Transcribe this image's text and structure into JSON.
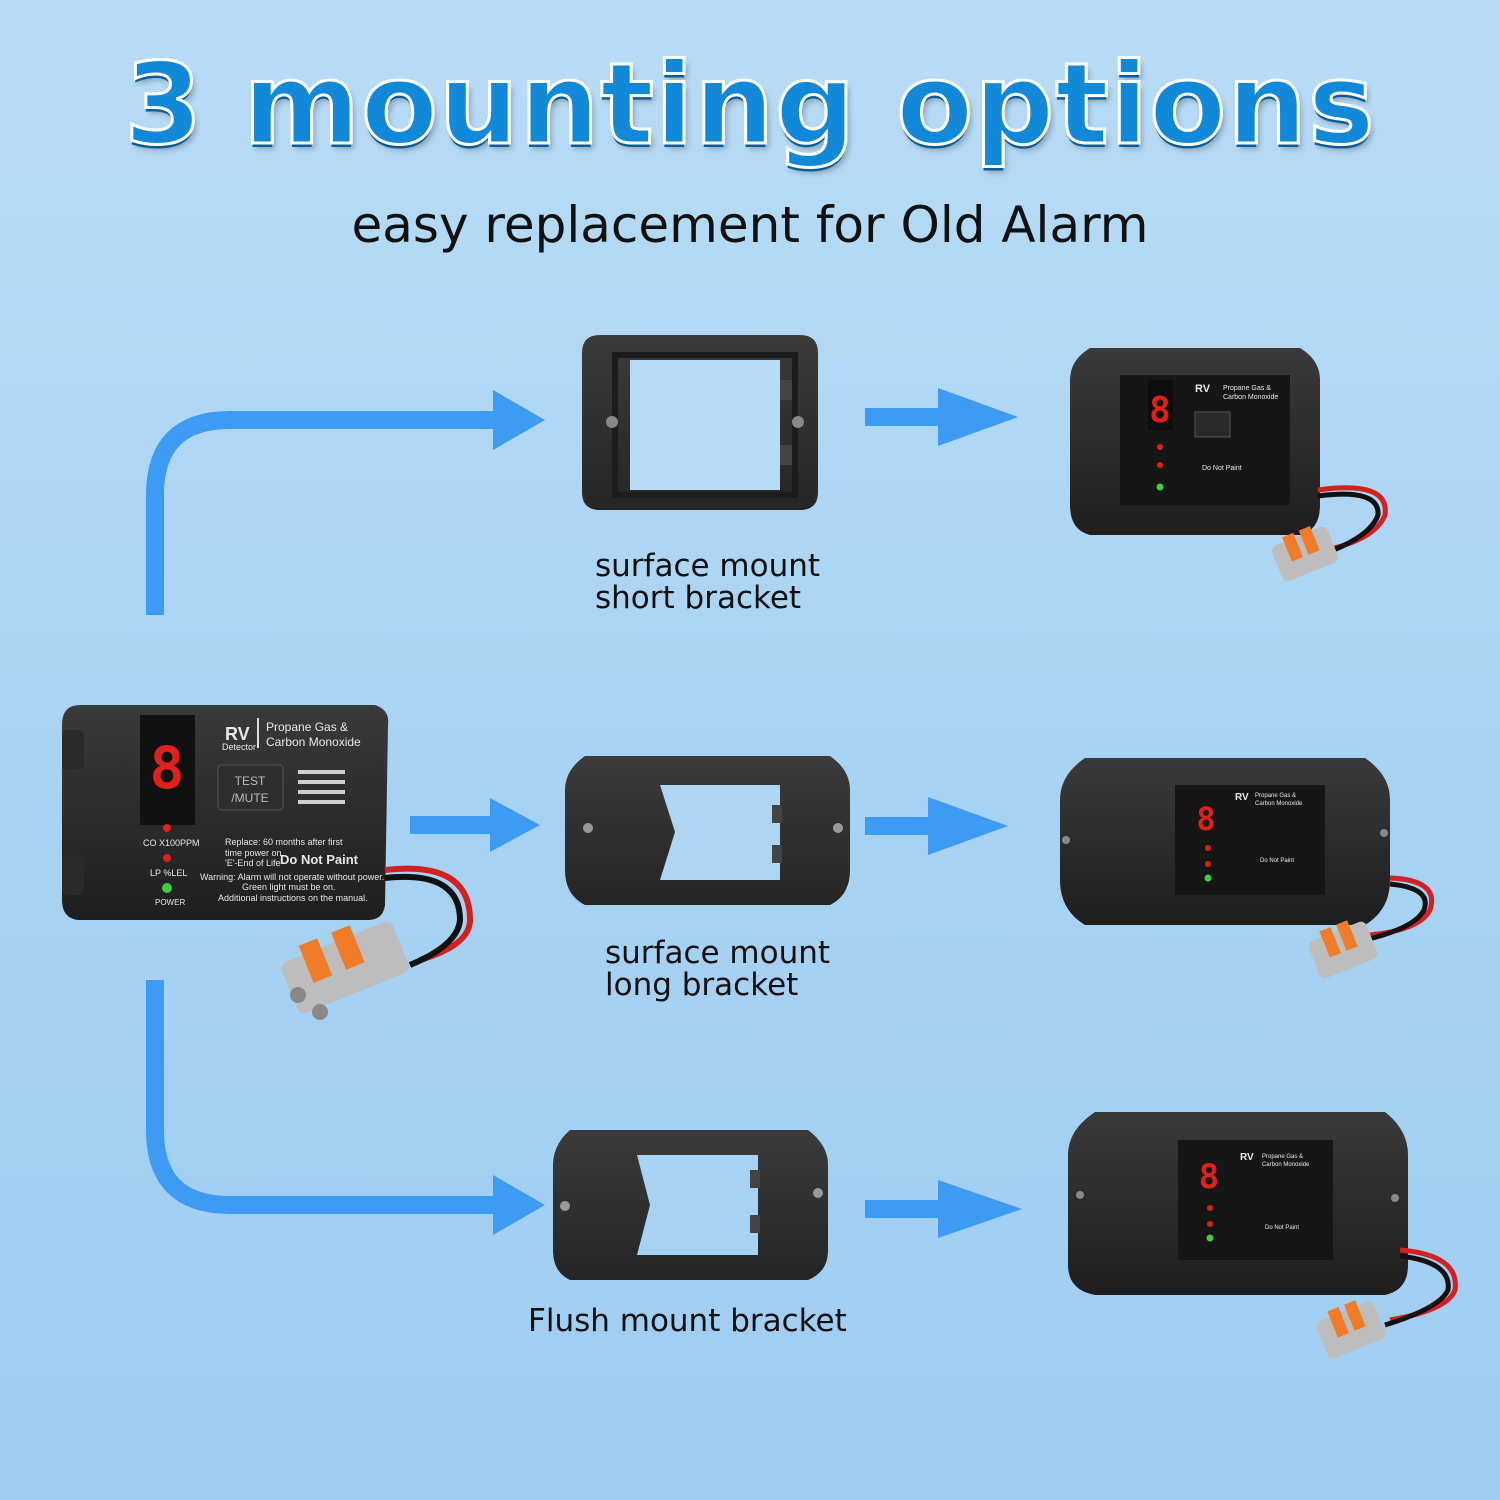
{
  "title": "3 mounting options",
  "subtitle": "easy replacement for Old Alarm",
  "options": [
    {
      "caption_line1": "surface mount",
      "caption_line2": "short bracket"
    },
    {
      "caption_line1": "surface mount",
      "caption_line2": "long bracket"
    },
    {
      "caption": "Flush mount bracket"
    }
  ],
  "device": {
    "brand": "RV",
    "brand_sub": "Detector",
    "product_line1": "Propane Gas &",
    "product_line2": "Carbon Monoxide",
    "digit": "8",
    "button_line1": "TEST",
    "button_line2": "/MUTE",
    "co_label": "CO  X100PPM",
    "lp_label": "LP  %LEL",
    "power_label": "POWER",
    "replace_text": "Replace:  60 months after first",
    "replace_text2": "time power on.",
    "eol_text": "'E'-End of Life",
    "do_not_paint": "Do Not Paint",
    "warning_text": "Warning:  Alarm will not operate without power.",
    "warning_text2": "Green light must be on.",
    "instructions_text": "Additional instructions on the manual."
  },
  "colors": {
    "arrow": "#3d9bf3",
    "title": "#1289d8",
    "bracket": "#2e2e2e",
    "led_red": "#e0201a",
    "led_green": "#3cd13c",
    "connector": "#f07c2a"
  }
}
